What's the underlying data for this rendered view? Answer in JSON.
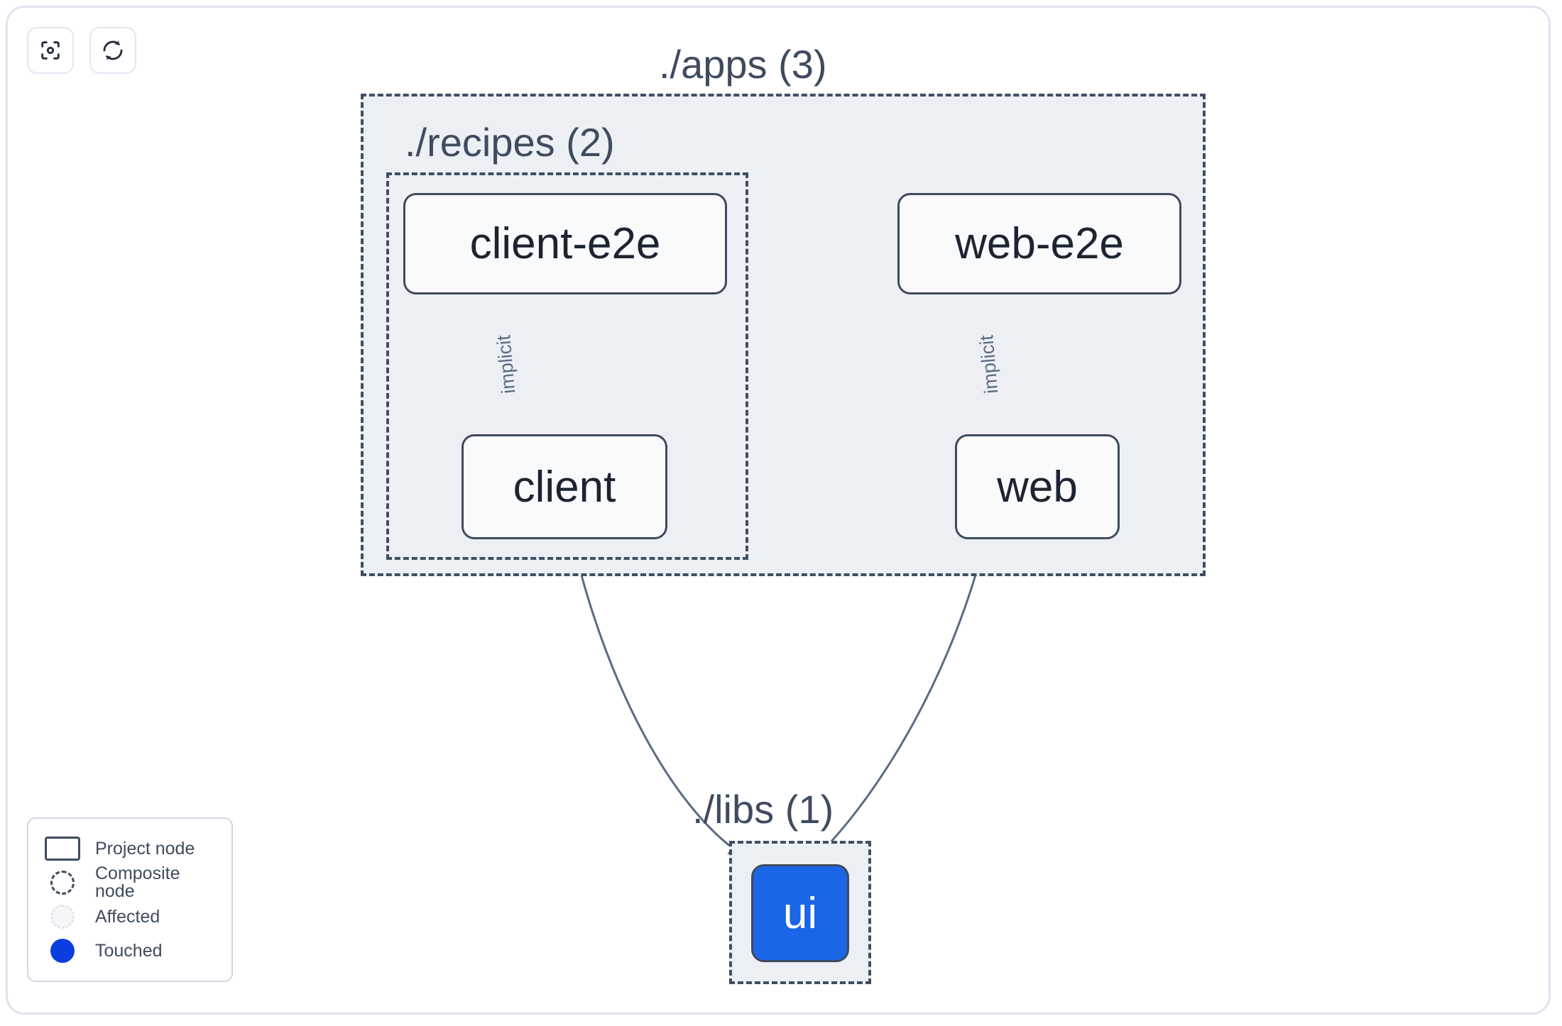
{
  "toolbar": {
    "buttons": [
      {
        "name": "focus-graph-button",
        "icon": "focus-icon",
        "title": "Focus graph"
      },
      {
        "name": "refresh-graph-button",
        "icon": "refresh-icon",
        "title": "Refresh graph"
      }
    ]
  },
  "graph": {
    "composites": [
      {
        "id": "apps",
        "label": "./apps (3)",
        "count": 3
      },
      {
        "id": "recipes",
        "label": "./recipes (2)",
        "count": 2
      },
      {
        "id": "libs",
        "label": "./libs (1)",
        "count": 1
      }
    ],
    "nodes": [
      {
        "id": "client-e2e",
        "label": "client-e2e",
        "state": "project",
        "parent": "recipes"
      },
      {
        "id": "client",
        "label": "client",
        "state": "project",
        "parent": "recipes"
      },
      {
        "id": "web-e2e",
        "label": "web-e2e",
        "state": "project",
        "parent": "apps"
      },
      {
        "id": "web",
        "label": "web",
        "state": "project",
        "parent": "apps"
      },
      {
        "id": "ui",
        "label": "ui",
        "state": "touched",
        "parent": "libs"
      }
    ],
    "edges": [
      {
        "from": "client-e2e",
        "to": "client",
        "label": "implicit"
      },
      {
        "from": "web-e2e",
        "to": "web",
        "label": "implicit"
      },
      {
        "from": "client",
        "to": "ui",
        "label": ""
      },
      {
        "from": "web",
        "to": "ui",
        "label": ""
      }
    ]
  },
  "legend": {
    "items": [
      {
        "shape": "rect",
        "label": "Project node"
      },
      {
        "shape": "dashed-circle",
        "label": "Composite node"
      },
      {
        "shape": "dotted-circle",
        "label": "Affected"
      },
      {
        "shape": "filled-circle",
        "label": "Touched"
      }
    ]
  },
  "colors": {
    "touched": "#0b3ee0",
    "node_fill": "#f8fafc",
    "node_stroke": "#3f4b5e",
    "composite_fill": "#eceff4",
    "composite_stroke": "#414e63",
    "edge": "#5c6b84",
    "canvas_border": "#dfe3ef"
  }
}
